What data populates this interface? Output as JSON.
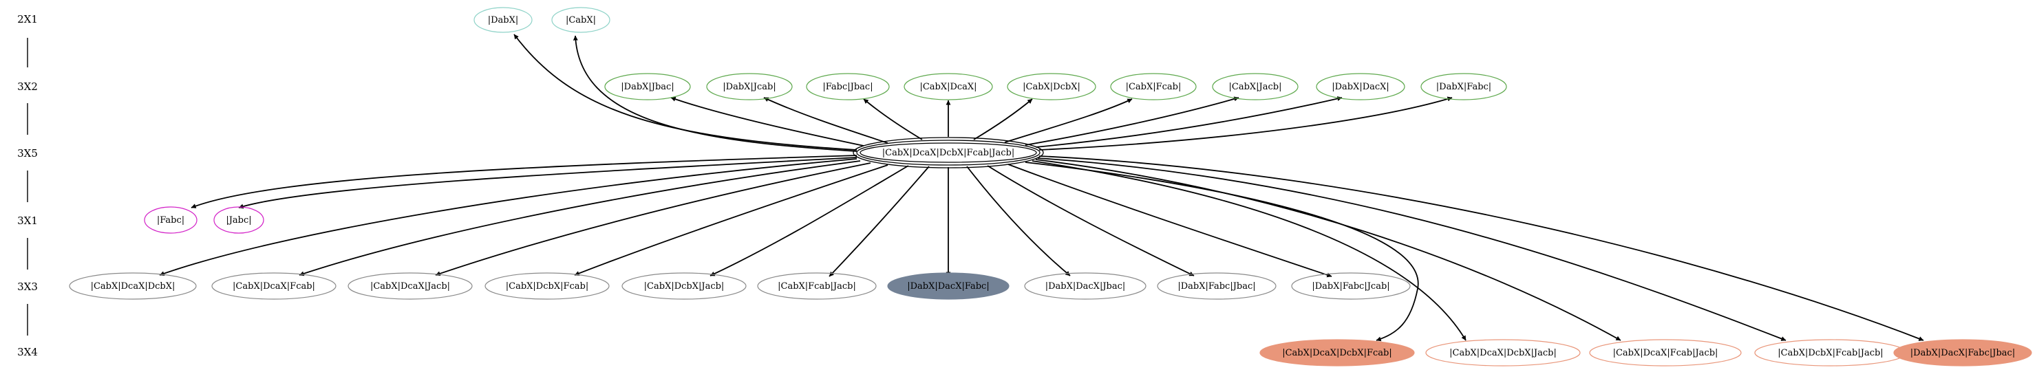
{
  "rank_labels": [
    "2X1",
    "3X2",
    "3X5",
    "3X1",
    "3X3",
    "3X4"
  ],
  "colors": {
    "teal": "#8fd3c8",
    "green": "#5fa94e",
    "magenta": "#d323c8",
    "gray": "#8a8a8a",
    "slate_fill": "#738296",
    "salmon": "#e9967a",
    "black": "#000000"
  },
  "center": {
    "label": "|CabX|DcaX|DcbX|Fcab|Jacb|"
  },
  "nodes": {
    "n_dabx": "|DabX|",
    "n_cabx": "|CabX|",
    "n_dabx_jbac": "|DabX|Jbac|",
    "n_dabx_jcab": "|DabX|Jcab|",
    "n_fabc_jbac": "|Fabc|Jbac|",
    "n_cabx_dcax": "|CabX|DcaX|",
    "n_cabx_dcbx": "|CabX|DcbX|",
    "n_cabx_fcab": "|CabX|Fcab|",
    "n_cabx_jacb": "|CabX|Jacb|",
    "n_dabx_dacx": "|DabX|DacX|",
    "n_dabx_fabc": "|DabX|Fabc|",
    "n_fabc": "|Fabc|",
    "n_jabc": "|Jabc|",
    "n_cabx_dcax_dcbx": "|CabX|DcaX|DcbX|",
    "n_cabx_dcax_fcab": "|CabX|DcaX|Fcab|",
    "n_cabx_dcax_jacb": "|CabX|DcaX|Jacb|",
    "n_cabx_dcbx_fcab": "|CabX|DcbX|Fcab|",
    "n_cabx_dcbx_jacb": "|CabX|DcbX|Jacb|",
    "n_cabx_fcab_jacb": "|CabX|Fcab|Jacb|",
    "n_dabx_dacx_fabc": "|DabX|DacX|Fabc|",
    "n_dabx_dacx_jbac": "|DabX|DacX|Jbac|",
    "n_dabx_fabc_jbac": "|DabX|Fabc|Jbac|",
    "n_dabx_fabc_jcab": "|DabX|Fabc|Jcab|",
    "n_cabx_dcax_dcbx_fcab": "|CabX|DcaX|DcbX|Fcab|",
    "n_cabx_dcax_dcbx_jacb": "|CabX|DcaX|DcbX|Jacb|",
    "n_cabx_dcax_fcab_jacb": "|CabX|DcaX|Fcab|Jacb|",
    "n_cabx_dcbx_fcab_jacb": "|CabX|DcbX|Fcab|Jacb|",
    "n_dabx_dacx_fabc_jbac": "|DabX|DacX|Fabc|Jbac|"
  }
}
